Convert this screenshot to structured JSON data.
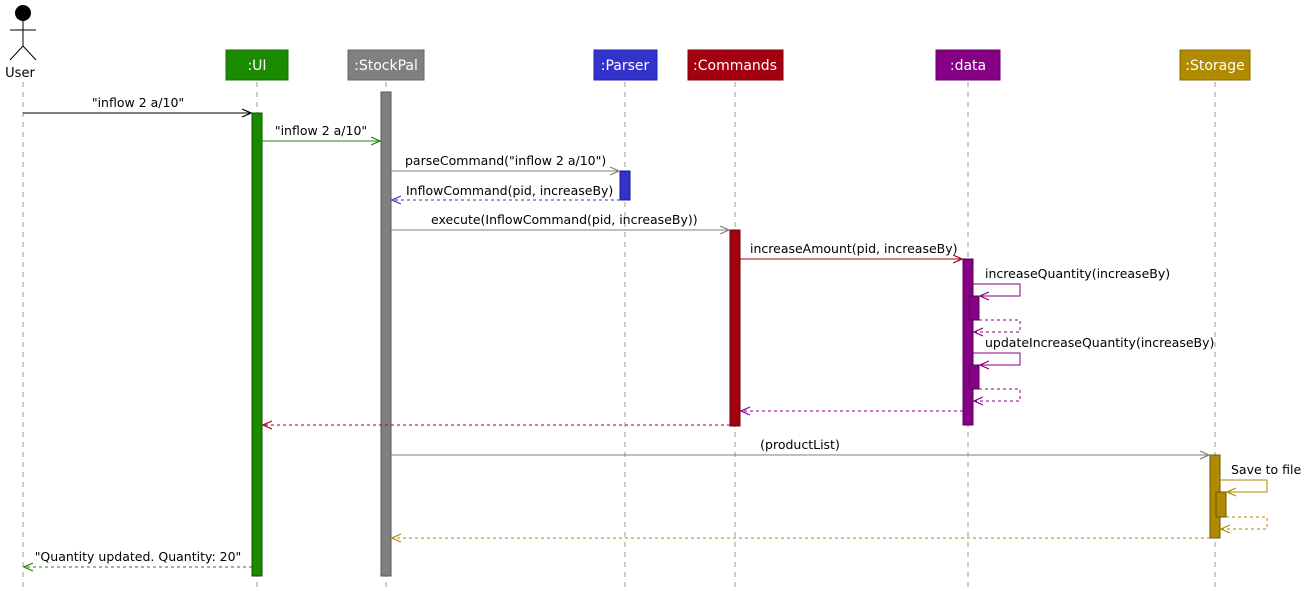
{
  "actor": {
    "label": "User"
  },
  "participants": [
    {
      "id": "ui",
      "label": ":UI",
      "color": "#1a8a00"
    },
    {
      "id": "stockpal",
      "label": ":StockPal",
      "color": "#808080"
    },
    {
      "id": "parser",
      "label": ":Parser",
      "color": "#3333cc"
    },
    {
      "id": "commands",
      "label": ":Commands",
      "color": "#a30010"
    },
    {
      "id": "data",
      "label": ":data",
      "color": "#850085"
    },
    {
      "id": "storage",
      "label": ":Storage",
      "color": "#b08a00"
    }
  ],
  "messages": [
    {
      "id": "m1",
      "label": "\"inflow 2 a/10\"",
      "color": "#000000"
    },
    {
      "id": "m2",
      "label": "\"inflow 2 a/10\"",
      "color": "#1a8a00"
    },
    {
      "id": "m3",
      "label": "parseCommand(\"inflow 2 a/10\")",
      "color": "#808080"
    },
    {
      "id": "m4",
      "label": "InflowCommand(pid, increaseBy)",
      "color": "#3333cc"
    },
    {
      "id": "m5",
      "label": "execute(InflowCommand(pid, increaseBy))",
      "color": "#808080"
    },
    {
      "id": "m6",
      "label": "increaseAmount(pid, increaseBy)",
      "color": "#a30010"
    },
    {
      "id": "m7",
      "label": "increaseQuantity(increaseBy)",
      "color": "#850085"
    },
    {
      "id": "m8",
      "label": "updateIncreaseQuantity(increaseBy)",
      "color": "#850085"
    },
    {
      "id": "m9",
      "label": "",
      "color": "#850085"
    },
    {
      "id": "m10",
      "label": "",
      "color": "#a30010"
    },
    {
      "id": "m11",
      "label": "(productList)",
      "color": "#808080"
    },
    {
      "id": "m12",
      "label": "Save to file",
      "color": "#b08a00"
    },
    {
      "id": "m13",
      "label": "",
      "color": "#b08a00"
    },
    {
      "id": "m14",
      "label": "\"Quantity updated. Quantity: 20\"",
      "color": "#1a8a00"
    }
  ]
}
